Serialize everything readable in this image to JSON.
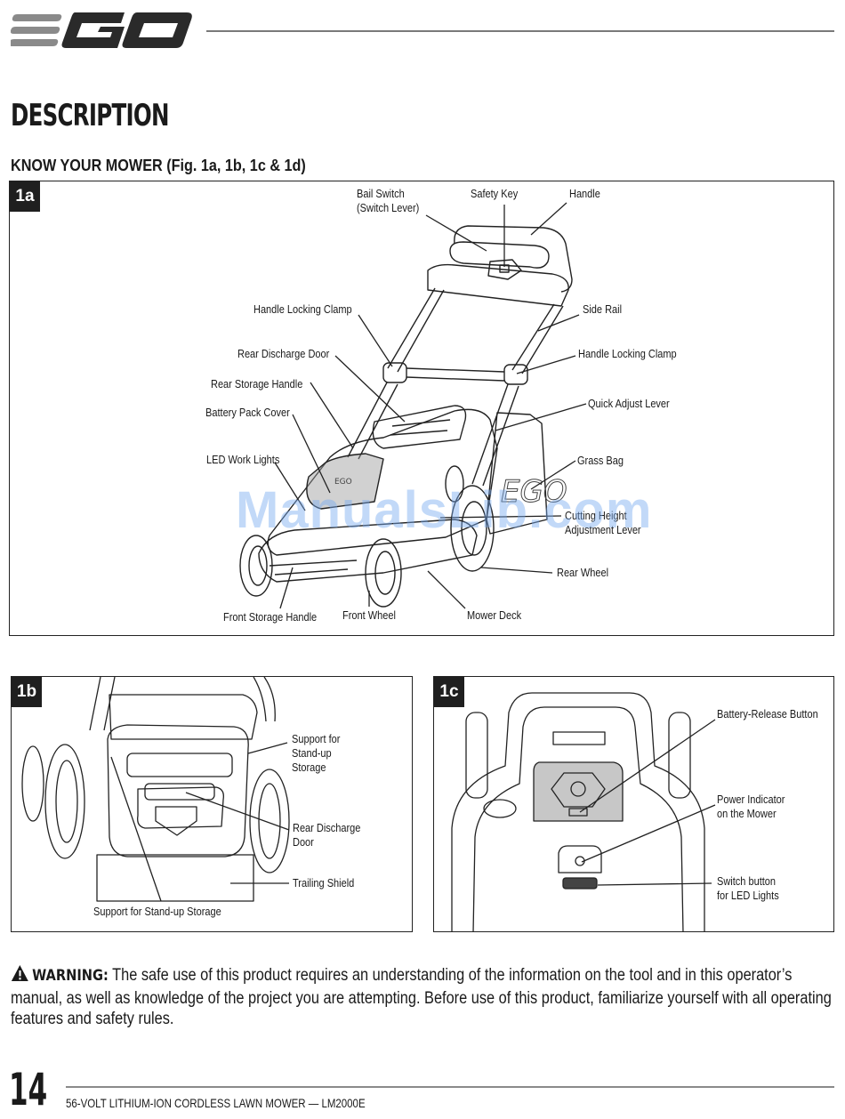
{
  "header": {
    "brand": "EGO"
  },
  "section": {
    "title": "DESCRIPTION",
    "subtitle": "KNOW YOUR MOWER (Fig. 1a, 1b, 1c & 1d)"
  },
  "figures": {
    "fig_1a": {
      "badge": "1a",
      "labels": {
        "bail_switch_1": "Bail Switch",
        "bail_switch_2": "(Switch Lever)",
        "safety_key": "Safety Key",
        "handle": "Handle",
        "handle_locking_clamp_left": "Handle Locking Clamp",
        "side_rail": "Side Rail",
        "rear_discharge_door": "Rear Discharge Door",
        "handle_locking_clamp_right": "Handle Locking Clamp",
        "rear_storage_handle": "Rear Storage Handle",
        "quick_adjust_lever": "Quick Adjust Lever",
        "battery_pack_cover": "Battery Pack Cover",
        "led_work_lights": "LED Work Lights",
        "grass_bag": "Grass Bag",
        "cutting_height_1": "Cutting Height",
        "cutting_height_2": "Adjustment Lever",
        "rear_wheel": "Rear Wheel",
        "front_storage_handle": "Front Storage Handle",
        "front_wheel": "Front Wheel",
        "mower_deck": "Mower Deck"
      },
      "bag_logo": "EGO"
    },
    "fig_1b": {
      "badge": "1b",
      "labels": {
        "support_right_1": "Support for",
        "support_right_2": "Stand-up",
        "support_right_3": "Storage",
        "rear_discharge_1": "Rear Discharge",
        "rear_discharge_2": "Door",
        "trailing_shield": "Trailing Shield",
        "support_bottom": "Support for Stand-up Storage"
      }
    },
    "fig_1c": {
      "badge": "1c",
      "labels": {
        "battery_release": "Battery-Release Button",
        "power_indicator_1": "Power Indicator",
        "power_indicator_2": "on the Mower",
        "switch_button_1": "Switch button",
        "switch_button_2": "for LED Lights"
      }
    }
  },
  "watermark": "ManualsLib.com",
  "warning": {
    "icon": "warning-triangle-icon",
    "label": "WARNING:",
    "text": "The safe use of this product requires an understanding of the information on the tool and in this operator’s manual, as well as knowledge of the project you are attempting. Before use of this product, familiarize yourself with all operating features and safety rules."
  },
  "footer": {
    "page_number": "14",
    "product": "56-VOLT LITHIUM-ION CORDLESS LAWN MOWER — LM2000E"
  }
}
